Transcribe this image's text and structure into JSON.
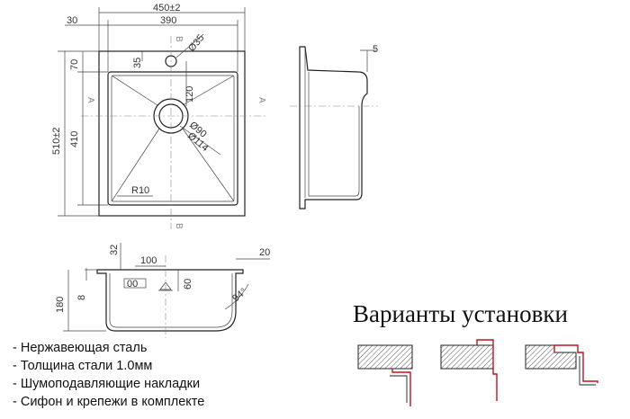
{
  "drawing": {
    "dims": {
      "overall_width": "450±2",
      "inner_width": "390",
      "left_offset": "30",
      "drain_dia": "Ø35",
      "drain_offset": "35",
      "top_offset": "70",
      "overall_height": "510±2",
      "inner_height": "410",
      "drain_pos": "120",
      "drain_90": "Ø90",
      "drain_114": "Ø114",
      "corner_radius": "R10",
      "side_flange": "5",
      "depth_32": "32",
      "width_100": "100",
      "depth_8": "8",
      "depth_180": "180",
      "height_60": "60",
      "offset_20": "20",
      "angle_94": "94°"
    },
    "section_marks": {
      "a": "A",
      "b": "B"
    },
    "overflow_label": "00"
  },
  "features": [
    "- Нержавеющая сталь",
    "- Толщина стали 1.0мм",
    "- Шумоподавляющие накладки",
    "- Сифон и крепежи в комплекте"
  ],
  "install_title": "Варианты установки",
  "colors": {
    "line": "#222222",
    "accent": "#c0141c",
    "hatch": "#555555"
  }
}
